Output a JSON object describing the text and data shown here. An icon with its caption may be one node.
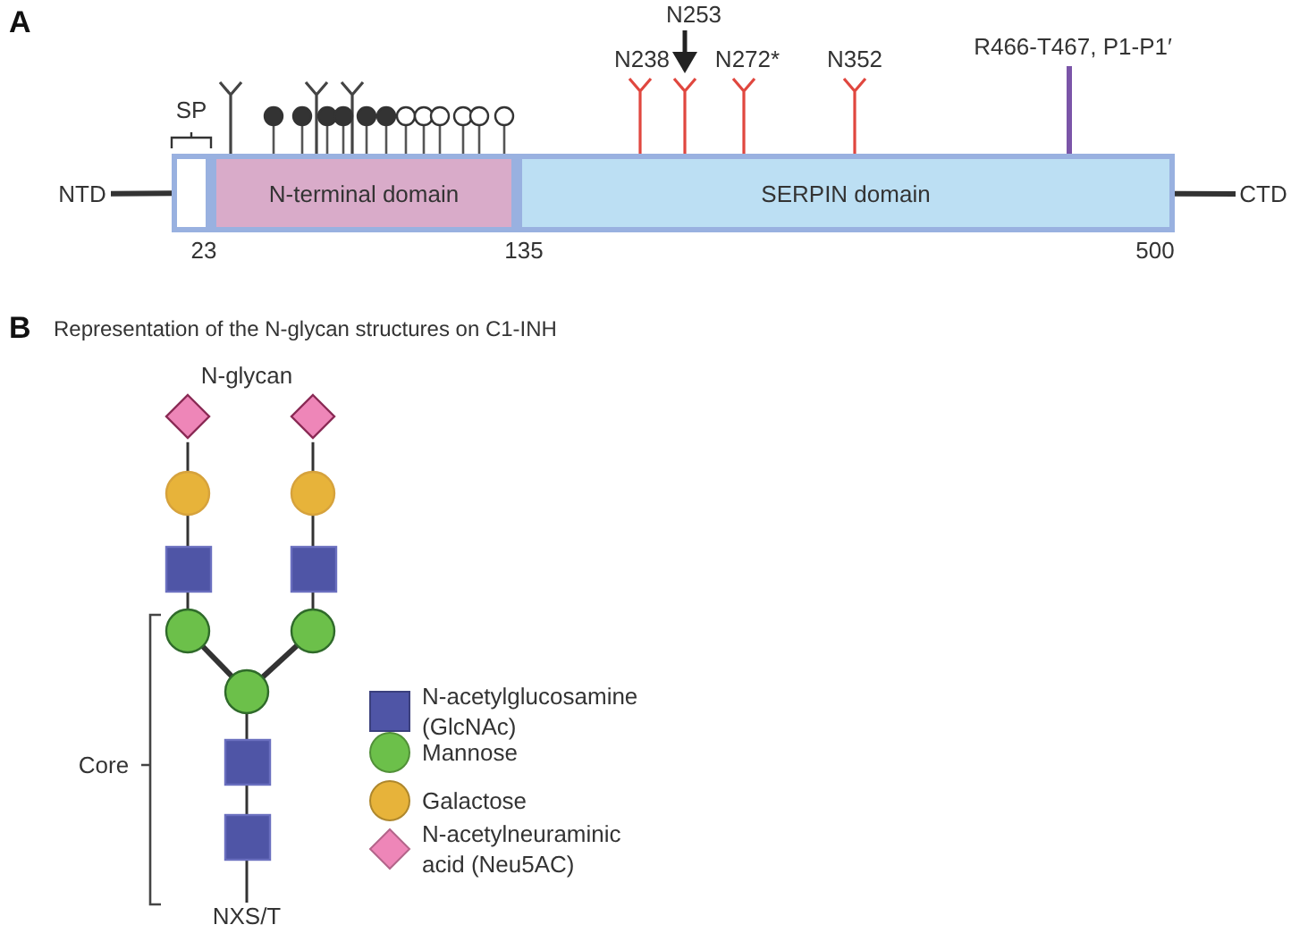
{
  "diagram": {
    "nodes": [
      {
        "text": [
          "NTD"
        ]
      },
      {
        "text": [
          "SP"
        ]
      },
      {
        "text": [
          "N-terminal domain"
        ]
      },
      {
        "text": [
          "SERPIN domain"
        ]
      },
      {
        "text": [
          "CTD"
        ]
      },
      {
        "text": [],
        "shape": "diamond"
      },
      {
        "text": [],
        "shape": "diamond"
      },
      {
        "text": [],
        "shape": "circle"
      },
      {
        "text": [],
        "shape": "circle"
      },
      {
        "text": [],
        "shape": "box"
      },
      {
        "text": [],
        "shape": "box"
      },
      {
        "text": [],
        "shape": "circle"
      },
      {
        "text": [],
        "shape": "circle"
      },
      {
        "text": [],
        "shape": "circle"
      },
      {
        "text": [],
        "shape": "box"
      },
      {
        "text": [],
        "shape": "box"
      },
      {
        "text": [
          "NXS/T"
        ]
      }
    ],
    "edges": [
      {
        "from": 0,
        "to": 1,
        "arrow": "none",
        "style": "thick"
      },
      {
        "from": 3,
        "to": 4,
        "arrow": "none",
        "style": "thick"
      },
      {
        "from": 5,
        "to": 7,
        "arrow": "none"
      },
      {
        "from": 6,
        "to": 8,
        "arrow": "none"
      },
      {
        "from": 7,
        "to": 9,
        "arrow": "none"
      },
      {
        "from": 8,
        "to": 10,
        "arrow": "none"
      },
      {
        "from": 9,
        "to": 11,
        "arrow": "none"
      },
      {
        "from": 10,
        "to": 12,
        "arrow": "none"
      },
      {
        "from": 11,
        "to": 13,
        "arrow": "none",
        "style": "thick"
      },
      {
        "from": 12,
        "to": 13,
        "arrow": "none",
        "style": "thick"
      },
      {
        "from": 13,
        "to": 14,
        "arrow": "none"
      },
      {
        "from": 14,
        "to": 15,
        "arrow": "none"
      },
      {
        "from": 15,
        "to": 16,
        "arrow": "none"
      }
    ],
    "labels": [
      "A",
      "N253",
      "R466-T467, P1-P1′",
      "N238",
      "N272*",
      "N352",
      "23",
      "135",
      "500",
      "B",
      "Representation of the N-glycan structures on C1-INH",
      "N-glycan",
      "Core"
    ],
    "legend": [
      {
        "text": "N-acetylglucosamine (GlcNAc)",
        "color": "#4f55a6"
      },
      {
        "text": "Mannose",
        "color": "#6cc04a"
      },
      {
        "text": "Galactose",
        "color": "#e7b33a"
      },
      {
        "text": "N-acetylneuraminic acid (Neu5AC)",
        "color": "#ee86b8"
      }
    ]
  }
}
